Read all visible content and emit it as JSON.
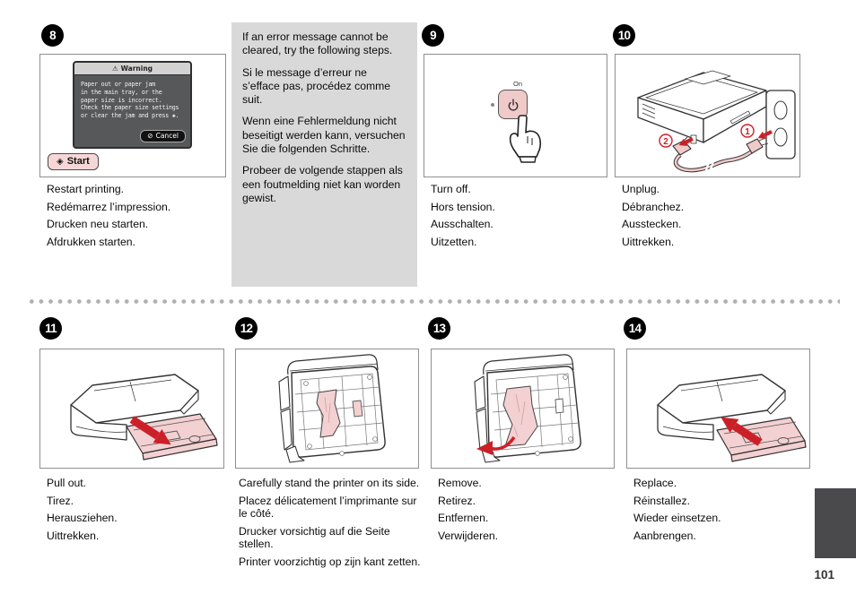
{
  "page_number": "101",
  "icons": {
    "warning_glyph": "⚠",
    "cancel_glyph": "⊘",
    "start_diamond_glyph": "◈"
  },
  "note": {
    "en": "If an error message cannot be cleared, try the following steps.",
    "fr": "Si le message d’erreur ne s’efface pas, procédez comme suit.",
    "de": "Wenn eine Fehlermeldung nicht beseitigt werden kann, versuchen Sie die folgenden Schritte.",
    "nl": "Probeer de volgende stappen als een foutmelding niet kan worden gewist."
  },
  "lcd": {
    "title": "Warning",
    "line1": "Paper out or paper jam",
    "line2": "in the main tray, or the",
    "line3": "paper size is incorrect.",
    "line4": "Check the paper size settings",
    "line5": "or clear the jam and press ◈.",
    "cancel": "Cancel",
    "start": "Start"
  },
  "power": {
    "on": "On"
  },
  "unplug": {
    "step1": "1",
    "step2": "2"
  },
  "steps": {
    "s8": {
      "num": "8",
      "cap1": "Restart printing.",
      "cap2": "Redémarrez l’impression.",
      "cap3": "Drucken neu starten.",
      "cap4": "Afdrukken starten."
    },
    "s9": {
      "num": "9",
      "cap1": "Turn off.",
      "cap2": "Hors tension.",
      "cap3": "Ausschalten.",
      "cap4": "Uitzetten."
    },
    "s10": {
      "num": "10",
      "cap1": "Unplug.",
      "cap2": "Débranchez.",
      "cap3": "Ausstecken.",
      "cap4": "Uittrekken."
    },
    "s11": {
      "num": "11",
      "cap1": "Pull out.",
      "cap2": "Tirez.",
      "cap3": "Herausziehen.",
      "cap4": "Uittrekken."
    },
    "s12": {
      "num": "12",
      "cap1": "Carefully stand the printer on its side.",
      "cap2": "Placez délicatement l’imprimante sur le côté.",
      "cap3": "Drucker vorsichtig auf die Seite stellen.",
      "cap4": "Printer voorzichtig op zijn kant zetten."
    },
    "s13": {
      "num": "13",
      "cap1": "Remove.",
      "cap2": "Retirez.",
      "cap3": "Entfernen.",
      "cap4": "Verwijderen."
    },
    "s14": {
      "num": "14",
      "cap1": "Replace.",
      "cap2": "Réinstallez.",
      "cap3": "Wieder einsetzen.",
      "cap4": "Aanbrengen."
    }
  }
}
